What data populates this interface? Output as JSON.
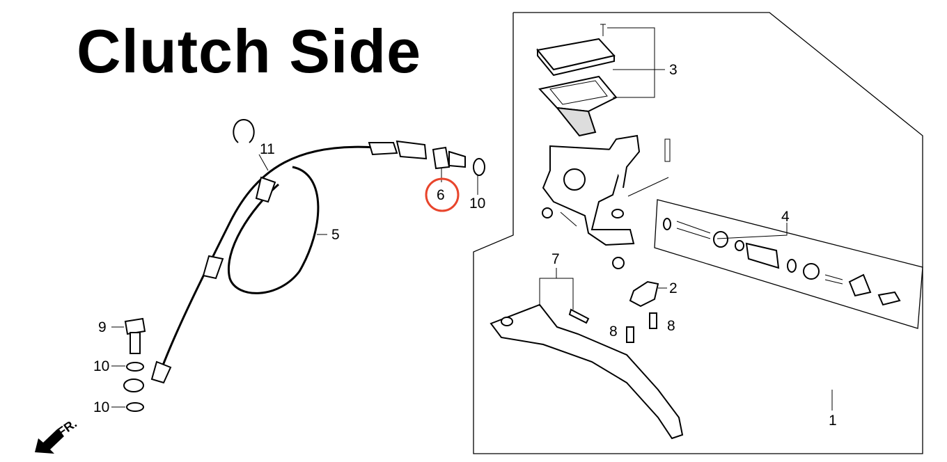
{
  "title": "Clutch Side",
  "direction_marker": "FR.",
  "highlight_color": "#e8452c",
  "highlighted_part": "6",
  "callouts": {
    "p1": "1",
    "p2": "2",
    "p3": "3",
    "p4": "4",
    "p5": "5",
    "p6": "6",
    "p7": "7",
    "p8a": "8",
    "p8b": "8",
    "p9": "9",
    "p10a": "10",
    "p10b": "10",
    "p10c": "10",
    "p11": "11"
  }
}
